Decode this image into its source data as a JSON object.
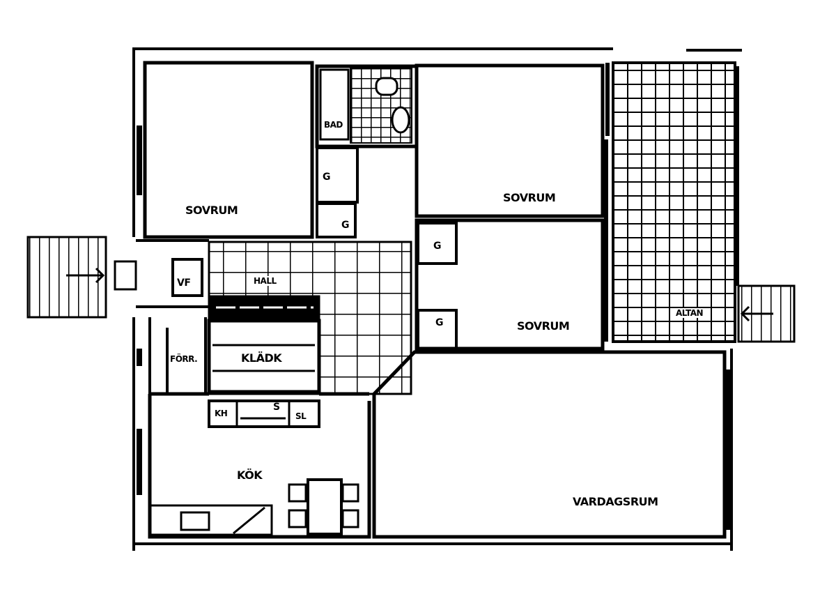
{
  "title": "Floor plan",
  "rooms": {
    "bedroom_1": "SOVRUM",
    "bedroom_2": "SOVRUM",
    "bedroom_3": "SOVRUM",
    "bath": "BAD",
    "hall": "HALL",
    "wc": "VF",
    "entry": "FÖRR.",
    "walk_in_closet": "KLÄDK",
    "kitchen": "KÖK",
    "living_room": "VARDAGSRUM",
    "terrace": "ALTAN"
  },
  "closets": [
    "G",
    "G",
    "G",
    "G"
  ],
  "appliances": {
    "fridge": "KH",
    "stove": "S",
    "freezer": "SL"
  },
  "colors": {
    "ink": "#000000",
    "paper": "#ffffff"
  }
}
